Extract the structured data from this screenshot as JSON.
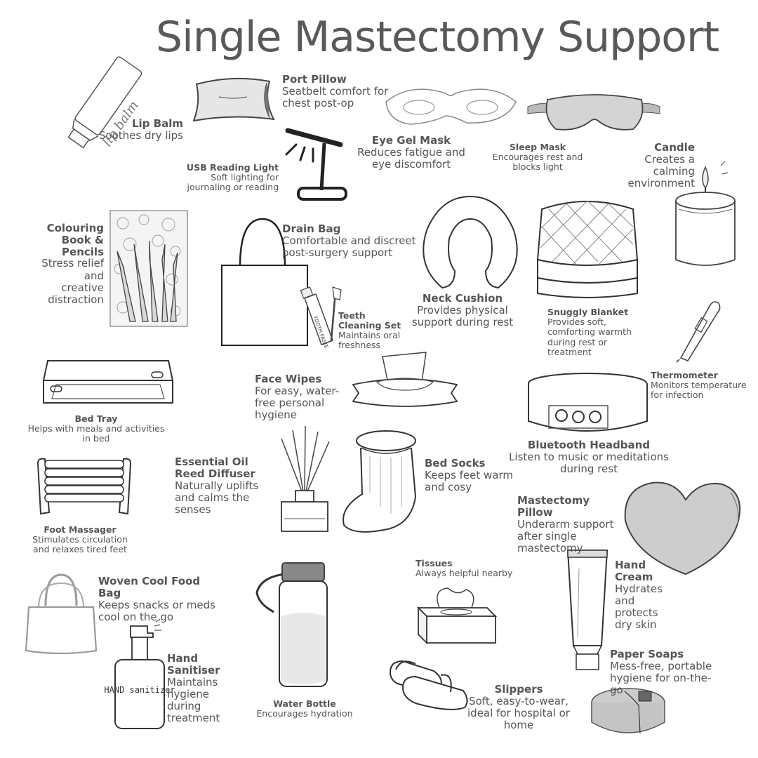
{
  "title": "Single Mastectomy Support",
  "items": [
    {
      "name": "Lip Balm",
      "desc": "Soothes dry lips",
      "label": "lip balm"
    },
    {
      "name": "Port Pillow",
      "desc": "Seatbelt comfort for chest post-op"
    },
    {
      "name": "Eye Gel Mask",
      "desc": "Reduces fatigue and eye discomfort"
    },
    {
      "name": "Sleep Mask",
      "desc": "Encourages rest and blocks light"
    },
    {
      "name": "Candle",
      "desc": "Creates a calming environment"
    },
    {
      "name": "USB Reading Light",
      "desc": "Soft lighting for journaling or reading"
    },
    {
      "name": "Colouring Book & Pencils",
      "desc": "Stress relief and creative distraction"
    },
    {
      "name": "Drain Bag",
      "desc": "Comfortable and discreet post-surgery support"
    },
    {
      "name": "Neck Cushion",
      "desc": "Provides physical support during rest"
    },
    {
      "name": "Snuggly Blanket",
      "desc": "Provides soft, comforting warmth during rest or treatment"
    },
    {
      "name": "Teeth Cleaning Set",
      "desc": "Maintains oral freshness",
      "label": "TOOTH PASTE"
    },
    {
      "name": "Thermometer",
      "desc": "Monitors temperature for infection"
    },
    {
      "name": "Bed Tray",
      "desc": "Helps with meals and activities in bed"
    },
    {
      "name": "Face Wipes",
      "desc": "For easy, water-free personal hygiene"
    },
    {
      "name": "Bluetooth Headband",
      "desc": "Listen to music or meditations during rest"
    },
    {
      "name": "Essential Oil Reed Diffuser",
      "desc": "Naturally uplifts and calms the senses"
    },
    {
      "name": "Bed Socks",
      "desc": "Keeps feet warm and cosy"
    },
    {
      "name": "Foot Massager",
      "desc": "Stimulates circulation and relaxes tired feet"
    },
    {
      "name": "Mastectomy Pillow",
      "desc": "Underarm support after single mastectomy"
    },
    {
      "name": "Tissues",
      "desc": "Always helpful nearby"
    },
    {
      "name": "Hand Cream",
      "desc": "Hydrates and protects dry skin"
    },
    {
      "name": "Woven Cool Food Bag",
      "desc": "Keeps snacks or meds cool on the go"
    },
    {
      "name": "Hand Sanitiser",
      "desc": "Maintains hygiene during treatment",
      "label": "HAND sanitizer"
    },
    {
      "name": "Paper Soaps",
      "desc": "Mess-free, portable hygiene for on-the-go"
    },
    {
      "name": "Water Bottle",
      "desc": "Encourages hydration"
    },
    {
      "name": "Slippers",
      "desc": "Soft, easy-to-wear, ideal for hospital or home"
    }
  ],
  "colors": {
    "text": "#555555",
    "outline": "#444444",
    "fill_gray": "#c8c8c8"
  }
}
